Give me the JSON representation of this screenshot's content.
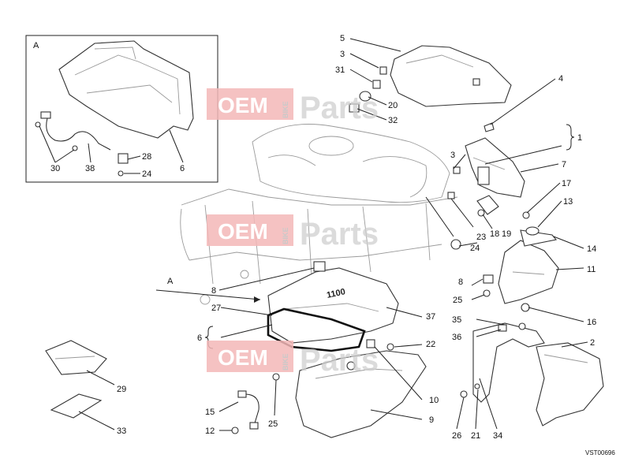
{
  "inset": {
    "label": "A"
  },
  "section_label": "A",
  "drawing_code": "VST00696",
  "watermark": {
    "oem": "OEM",
    "bike": "BIKE",
    "parts": "Parts"
  },
  "callouts": {
    "c1": "1",
    "c2": "2",
    "c3a": "3",
    "c3b": "3",
    "c4": "4",
    "c5": "5",
    "c6a": "6",
    "c6b": "6",
    "c7": "7",
    "c8a": "8",
    "c8b": "8",
    "c9": "9",
    "c10": "10",
    "c11": "11",
    "c12": "12",
    "c13": "13",
    "c14": "14",
    "c15": "15",
    "c16": "16",
    "c17": "17",
    "c18": "18",
    "c19": "19",
    "c20": "20",
    "c21": "21",
    "c22": "22",
    "c23": "23",
    "c24a": "24",
    "c24b": "24",
    "c25a": "25",
    "c25b": "25",
    "c26": "26",
    "c27": "27",
    "c28": "28",
    "c29": "29",
    "c30": "30",
    "c31": "31",
    "c32": "32",
    "c33": "33",
    "c34": "34",
    "c35": "35",
    "c36": "36",
    "c37": "37",
    "c38": "38"
  },
  "tank_label": "1100"
}
